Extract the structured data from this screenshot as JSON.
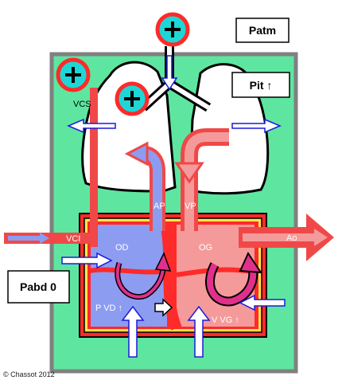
{
  "labels": {
    "patm": "Patm",
    "pit": "Pit ↑",
    "pabd": "Pabd 0",
    "vcs": "VCS",
    "vci": "VCI",
    "od": "OD",
    "og": "OG",
    "ap": "AP",
    "vp": "VP",
    "ao": "Ao",
    "pvd": "P VD ↑",
    "vvg": "V VG ↑",
    "credit": "© Chassot 2012"
  },
  "colors": {
    "thorax_green": "#5ee6a0",
    "frame_grey": "#808080",
    "venous_blue": "#8c9cf0",
    "arterial_pink": "#f59a9a",
    "vessel_red": "#f04848",
    "arrow_blue": "#1a1adc",
    "valve_magenta": "#e0308c",
    "pressure_cyan": "#1fd6d6"
  },
  "icons": {
    "pressure": "plus-circle-icon",
    "flow": "arrow-icon",
    "rotation": "curved-arrow-icon"
  }
}
